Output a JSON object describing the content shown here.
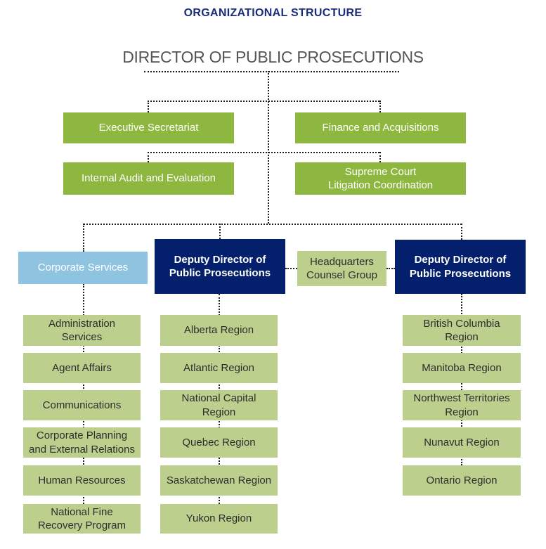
{
  "title": "ORGANIZATIONAL STRUCTURE",
  "root": {
    "label": "DIRECTOR OF PUBLIC PROSECUTIONS"
  },
  "secretariats": [
    {
      "label": "Executive Secretariat"
    },
    {
      "label": "Finance and Acquisitions"
    },
    {
      "label": "Internal Audit and Evaluation"
    },
    {
      "label": [
        "Supreme Court",
        "Litigation Coordination"
      ]
    }
  ],
  "level3": {
    "corporate_services": {
      "label": "Corporate Services"
    },
    "deputy_director_left": {
      "label": [
        "Deputy Director of",
        "Public Prosecutions"
      ]
    },
    "headquarters_counsel_group": {
      "label": [
        "Headquarters",
        "Counsel Group"
      ]
    },
    "deputy_director_right": {
      "label": [
        "Deputy Director of",
        "Public Prosecutions"
      ]
    }
  },
  "corporate_services_units": [
    {
      "label": [
        "Administration",
        "Services"
      ]
    },
    {
      "label": "Agent Affairs"
    },
    {
      "label": "Communications"
    },
    {
      "label": [
        "Corporate Planning",
        "and External Relations"
      ]
    },
    {
      "label": "Human Resources"
    },
    {
      "label": [
        "National Fine",
        "Recovery Program"
      ]
    }
  ],
  "left_deputy_regions": [
    {
      "label": "Alberta Region"
    },
    {
      "label": "Atlantic Region"
    },
    {
      "label": [
        "National Capital",
        "Region"
      ]
    },
    {
      "label": "Quebec Region"
    },
    {
      "label": "Saskatchewan Region"
    },
    {
      "label": "Yukon Region"
    }
  ],
  "right_deputy_regions": [
    {
      "label": [
        "British Columbia",
        "Region"
      ]
    },
    {
      "label": "Manitoba Region"
    },
    {
      "label": [
        "Northwest Territories",
        "Region"
      ]
    },
    {
      "label": "Nunavut Region"
    },
    {
      "label": "Ontario Region"
    }
  ],
  "colors": {
    "box_green": "#8db73e",
    "box_light_green": "#bdcf8d",
    "box_light_blue": "#8fc4e1",
    "box_navy": "#041f6b",
    "title_navy": "#1b2d79",
    "heading_gray": "#55565a",
    "text_dark": "#2d2d2d"
  }
}
